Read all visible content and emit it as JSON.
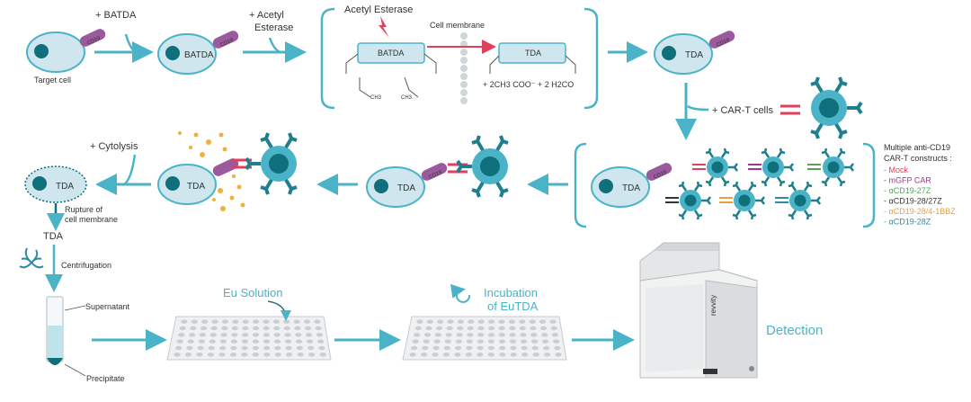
{
  "labels": {
    "add_batda": "+ BATDA",
    "add_esterase_1": "+ Acetyl",
    "add_esterase_2": "Esterase",
    "acetyl_esterase": "Acetyl Esterase",
    "cell_membrane": "Cell membrane",
    "cd19": "CD19",
    "batda": "BATDA",
    "tda": "TDA",
    "target_cell": "Target cell",
    "ch3": "CH3",
    "byproducts": "+ 2CH3 COO⁻ + 2 H2CO",
    "add_cart": "+ CAR-T cells",
    "add_cytolysis": "+ Cytolysis",
    "rupture_1": "Rupture of",
    "rupture_2": "cell membrane",
    "centrifugation": "Centrifugation",
    "supernatant": "Supernatant",
    "precipitate": "Precipitate",
    "eu_solution": "Eu Solution",
    "incubation_1": "Incubation",
    "incubation_2": "of EuTDA",
    "detection": "Detection",
    "instrument_brand": "revvity"
  },
  "constructs": {
    "title_1": "Multiple anti-CD19",
    "title_2": "CAR-T constructs :",
    "items": [
      {
        "label": "- Mock",
        "color": "#e0405a"
      },
      {
        "label": "- mGFP CAR",
        "color": "#9b3a8c"
      },
      {
        "label": "- αCD19-27Z",
        "color": "#5aa05a"
      },
      {
        "label": "- αCD19-28/27Z",
        "color": "#333333"
      },
      {
        "label": "- αCD19-28/4-1BBZ",
        "color": "#e8a040"
      },
      {
        "label": "- αCD19-28Z",
        "color": "#2f8aa0"
      }
    ]
  },
  "colors": {
    "teal": "#4ab3c8",
    "cell_fill": "#cfe6ee",
    "nucleus": "#0f6f7a",
    "cd19": "#9b5a9e",
    "car": "#e0405a",
    "red_arrow": "#e0405a",
    "dots": "#f0b040"
  }
}
